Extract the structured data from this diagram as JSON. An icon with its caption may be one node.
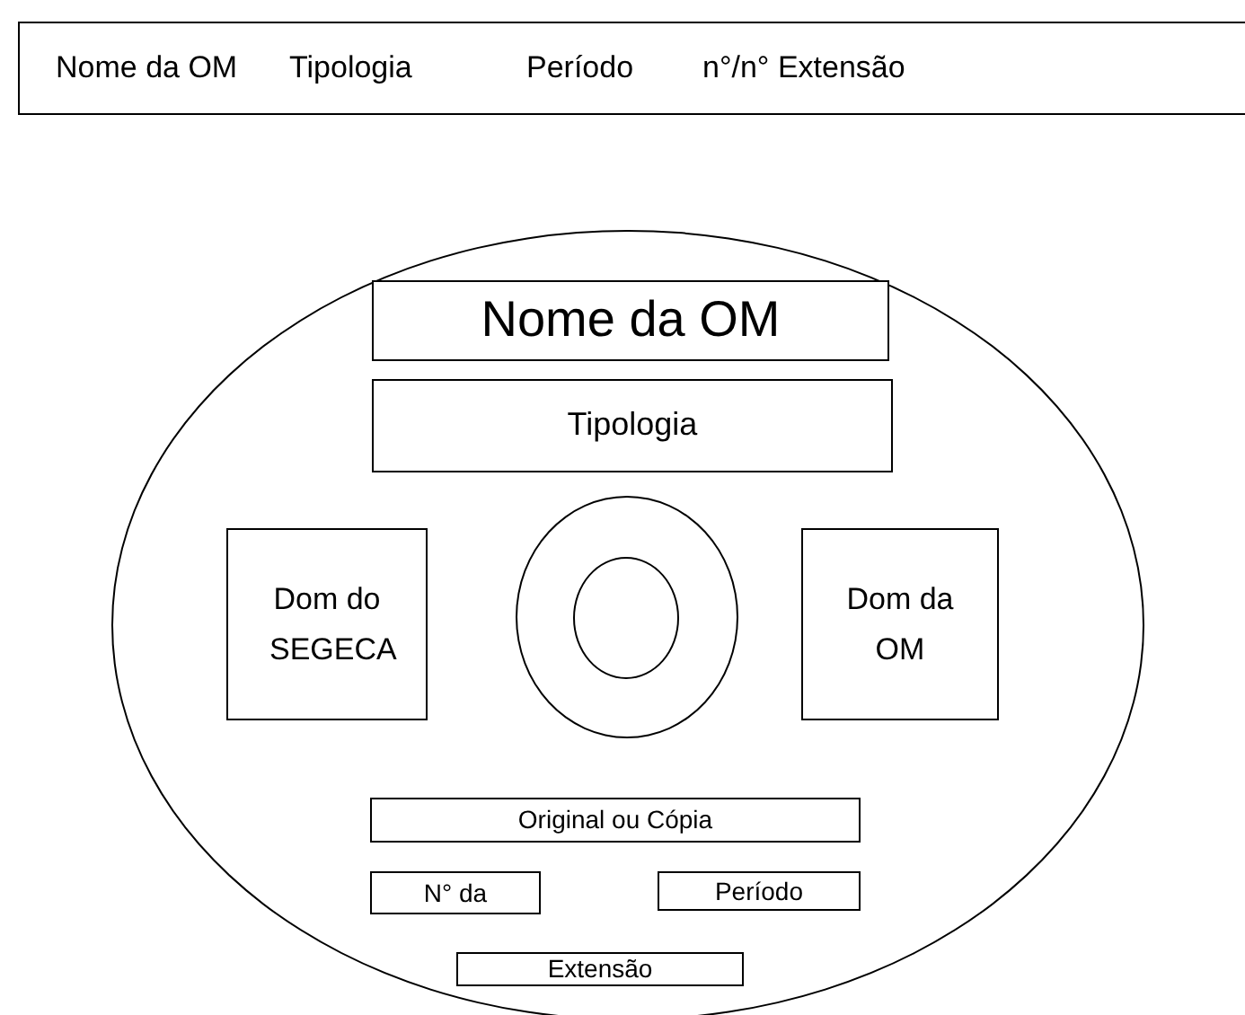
{
  "diagram": {
    "nodes": [
      {
        "text": [
          "Nome da OM",
          "Tipologia",
          "Período",
          "n°/n° Extensão"
        ]
      },
      {
        "text": [],
        "shape": "circle"
      },
      {
        "text": [
          "Nome da OM"
        ],
        "in": 1
      },
      {
        "text": [
          "Tipologia"
        ],
        "in": 1
      },
      {
        "text": [
          "Dom do SEGECA"
        ],
        "in": 1
      },
      {
        "text": [],
        "shape": "circle",
        "in": 1
      },
      {
        "text": [],
        "shape": "circle",
        "in": 5
      },
      {
        "text": [
          "Dom da OM"
        ],
        "in": 1
      },
      {
        "text": [
          "Original ou Cópia"
        ],
        "in": 1
      },
      {
        "text": [
          "N° da"
        ],
        "in": 1
      },
      {
        "text": [
          "Período"
        ],
        "in": 1
      },
      {
        "text": [
          "Extensão"
        ],
        "in": 1
      }
    ]
  }
}
